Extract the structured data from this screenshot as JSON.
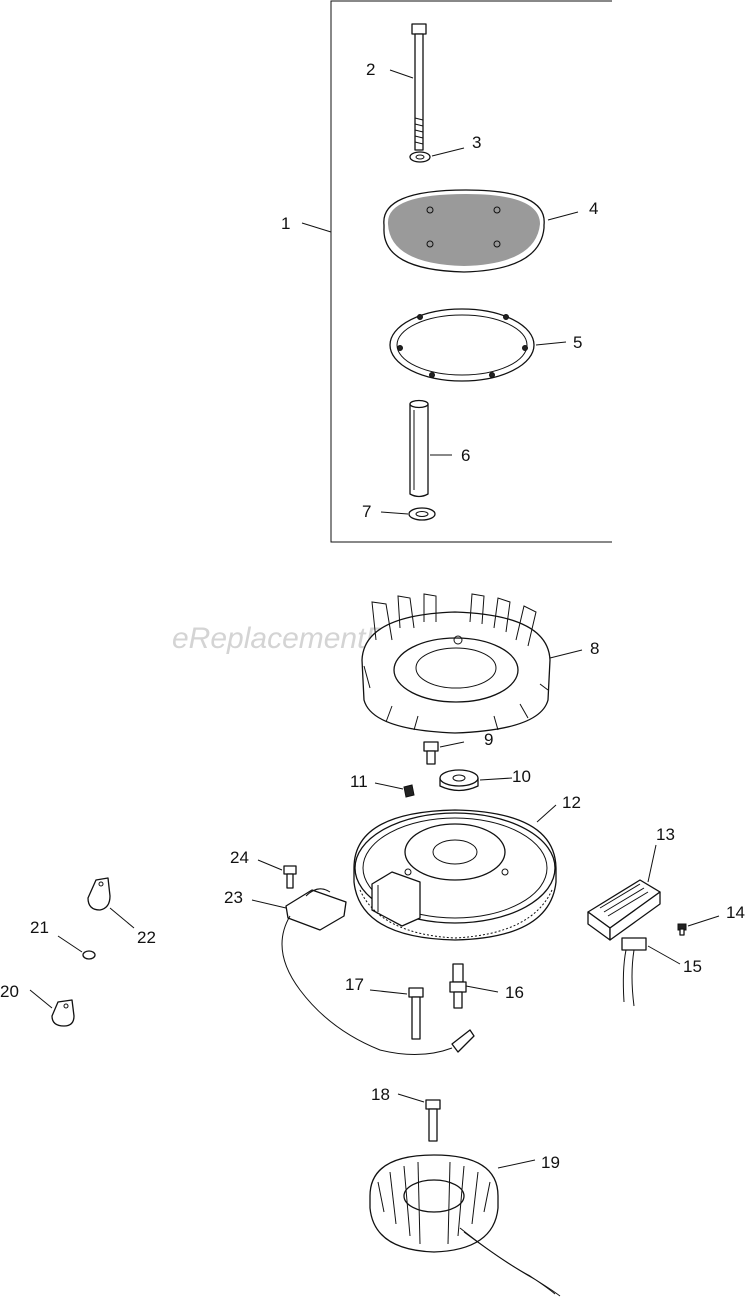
{
  "watermark": "eReplacementParts.com",
  "labels": {
    "c1": "1",
    "c2": "2",
    "c3": "3",
    "c4": "4",
    "c5": "5",
    "c6": "6",
    "c7": "7",
    "c8": "8",
    "c9": "9",
    "c10": "10",
    "c11": "11",
    "c12": "12",
    "c13": "13",
    "c14": "14",
    "c15": "15",
    "c16": "16",
    "c17": "17",
    "c18": "18",
    "c19": "19",
    "c20": "20",
    "c21": "21",
    "c22": "22",
    "c23": "23",
    "c24": "24"
  }
}
